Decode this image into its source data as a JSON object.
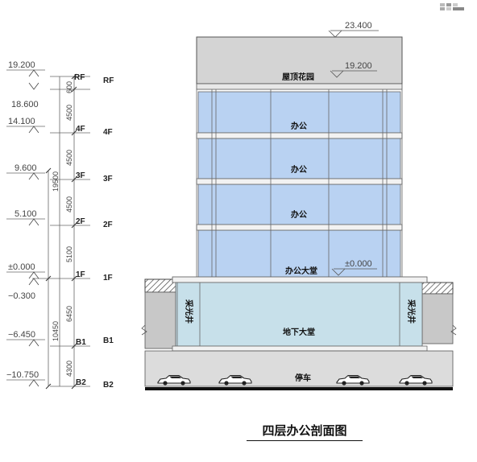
{
  "title": "四层办公剖面图",
  "levels": [
    {
      "elev": "19.200",
      "floor": "RF",
      "label": "RF"
    },
    {
      "elev": "18.600"
    },
    {
      "elev": "14.100",
      "floor": "4F",
      "label": "4F"
    },
    {
      "elev": "9.600",
      "floor": "3F",
      "label": "3F"
    },
    {
      "elev": "5.100",
      "floor": "2F",
      "label": "2F"
    },
    {
      "elev": "±0.000",
      "floor": "1F",
      "label": "1F"
    },
    {
      "elev": "−0.300"
    },
    {
      "elev": "−6.450",
      "floor": "B1",
      "label": "B1"
    },
    {
      "elev": "−10.750",
      "floor": "B2",
      "label": "B2"
    }
  ],
  "dimensions": {
    "segments": [
      "600",
      "4500",
      "4500",
      "4500",
      "5100",
      "6450",
      "4300"
    ],
    "total_above": "19500",
    "total_below": "10450"
  },
  "section_elevations": {
    "top": "23.400",
    "roof": "19.200",
    "ground": "±0.000"
  },
  "rooms": {
    "roof_garden": "屋顶花园",
    "office_4f": "办公",
    "office_3f": "办公",
    "office_2f": "办公",
    "lobby_1f": "办公大堂",
    "light_well_left": "采光井",
    "light_well_right": "采光井",
    "basement_hall": "地下大堂",
    "parking": "停车"
  },
  "colors": {
    "office_glass": "#b9d2f2",
    "basement_glass": "#c7e0ea",
    "roof_parapet": "#d4d4d4",
    "earth": "#c8c8c8",
    "line": "#555555"
  }
}
